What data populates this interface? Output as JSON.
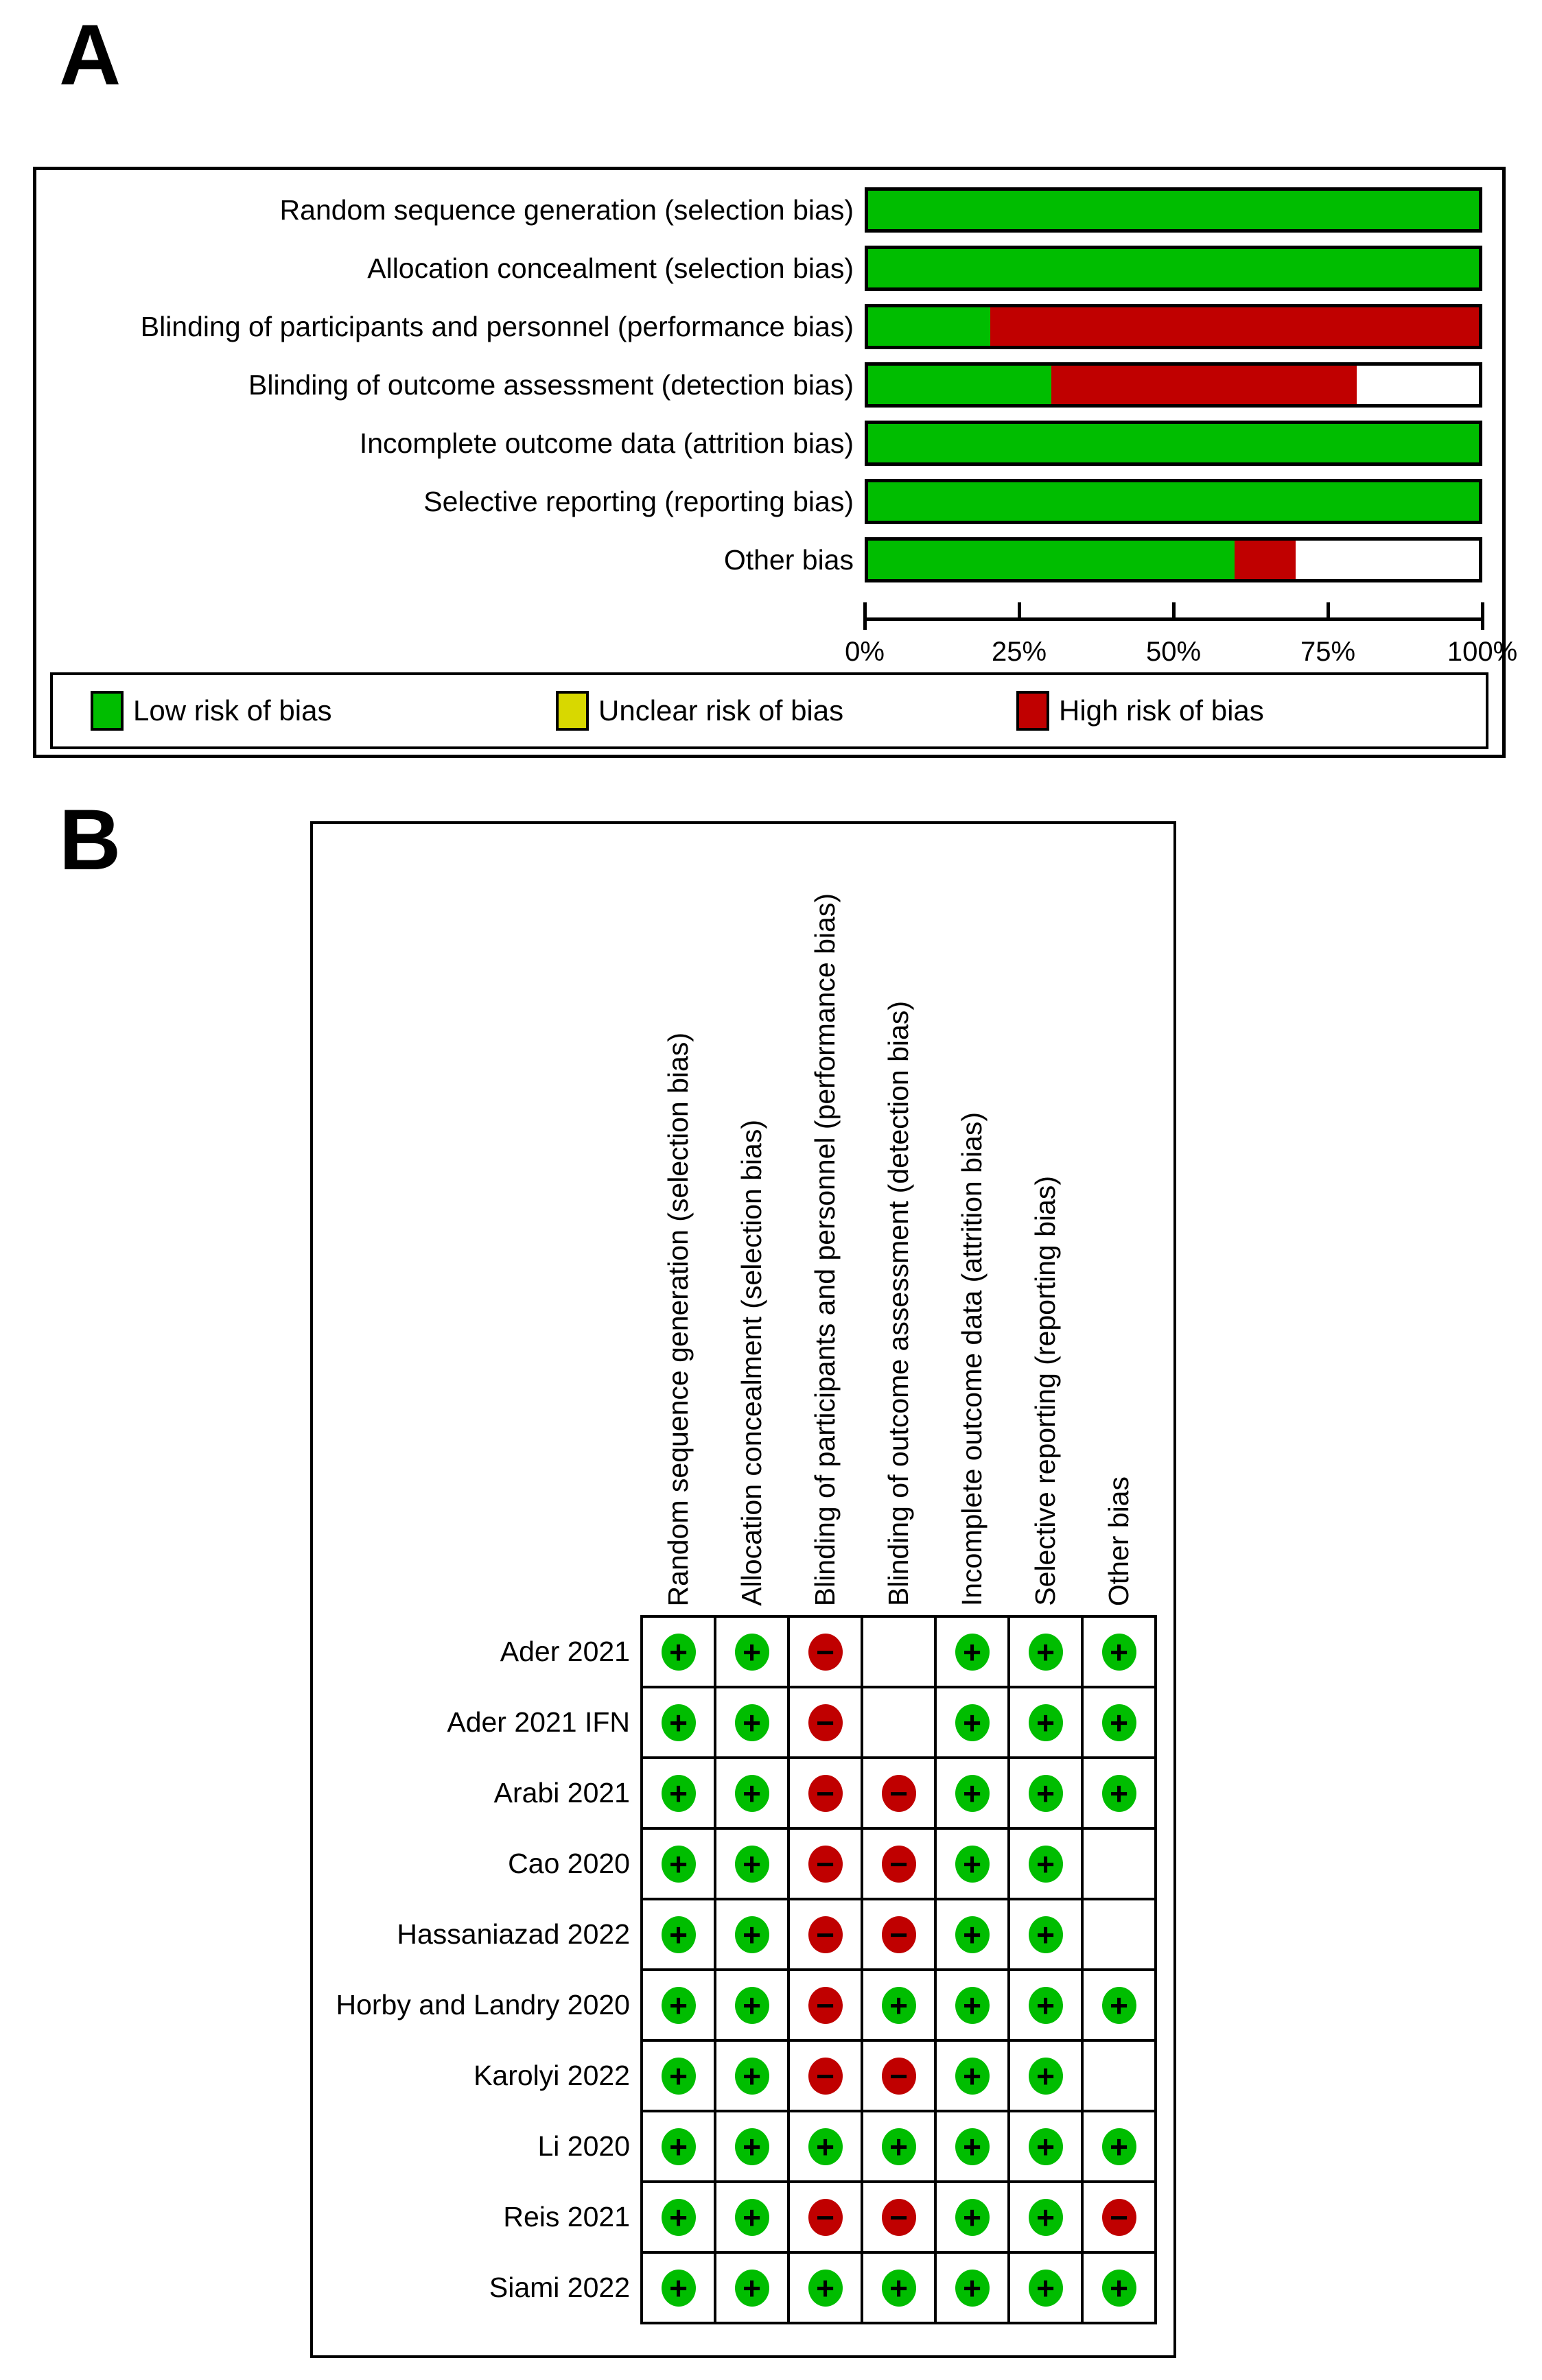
{
  "figure": {
    "panel_a_letter": "A",
    "panel_b_letter": "B"
  },
  "colors": {
    "low": "#00bd00",
    "unclear": "#d8d800",
    "high": "#c00000",
    "border": "#000000",
    "background": "#ffffff"
  },
  "legend": [
    {
      "key": "low",
      "label": "Low risk of bias"
    },
    {
      "key": "unclear",
      "label": "Unclear risk of bias"
    },
    {
      "key": "high",
      "label": "High risk of bias"
    }
  ],
  "symbols": {
    "low": "+",
    "high": "−",
    "unclear": "?"
  },
  "chart_data": [
    {
      "type": "bar",
      "title": "Risk of bias graph (panel A)",
      "orientation": "horizontal",
      "stacked": true,
      "categories": [
        "Random sequence generation (selection bias)",
        "Allocation concealment (selection bias)",
        "Blinding of participants and personnel (performance bias)",
        "Blinding of outcome assessment (detection bias)",
        "Incomplete outcome data (attrition bias)",
        "Selective reporting (reporting bias)",
        "Other bias"
      ],
      "series": [
        {
          "name": "Low risk of bias",
          "key": "low",
          "color": "#00bd00",
          "values": [
            100,
            100,
            20,
            30,
            100,
            100,
            60
          ]
        },
        {
          "name": "Unclear risk of bias",
          "key": "unclear",
          "color": "#d8d800",
          "values": [
            0,
            0,
            0,
            0,
            0,
            0,
            0
          ]
        },
        {
          "name": "High risk of bias",
          "key": "high",
          "color": "#c00000",
          "values": [
            0,
            0,
            80,
            50,
            0,
            0,
            10
          ]
        }
      ],
      "xlabel": "",
      "ylabel": "",
      "xlim": [
        0,
        100
      ],
      "x_ticks": [
        "0%",
        "25%",
        "50%",
        "75%",
        "100%"
      ],
      "grid": false,
      "legend_position": "bottom"
    },
    {
      "type": "table",
      "title": "Risk of bias summary (panel B)",
      "columns": [
        "Random sequence generation (selection bias)",
        "Allocation concealment (selection bias)",
        "Blinding of participants and personnel (performance bias)",
        "Blinding of outcome assessment (detection bias)",
        "Incomplete outcome data (attrition bias)",
        "Selective reporting (reporting bias)",
        "Other bias"
      ],
      "rows": [
        {
          "study": "Ader 2021",
          "judgements": [
            "low",
            "low",
            "high",
            "",
            "low",
            "low",
            "low"
          ]
        },
        {
          "study": "Ader 2021 IFN",
          "judgements": [
            "low",
            "low",
            "high",
            "",
            "low",
            "low",
            "low"
          ]
        },
        {
          "study": "Arabi 2021",
          "judgements": [
            "low",
            "low",
            "high",
            "high",
            "low",
            "low",
            "low"
          ]
        },
        {
          "study": "Cao 2020",
          "judgements": [
            "low",
            "low",
            "high",
            "high",
            "low",
            "low",
            ""
          ]
        },
        {
          "study": "Hassaniazad 2022",
          "judgements": [
            "low",
            "low",
            "high",
            "high",
            "low",
            "low",
            ""
          ]
        },
        {
          "study": "Horby and Landry 2020",
          "judgements": [
            "low",
            "low",
            "high",
            "low",
            "low",
            "low",
            "low"
          ]
        },
        {
          "study": "Karolyi 2022",
          "judgements": [
            "low",
            "low",
            "high",
            "high",
            "low",
            "low",
            ""
          ]
        },
        {
          "study": "Li 2020",
          "judgements": [
            "low",
            "low",
            "low",
            "low",
            "low",
            "low",
            "low"
          ]
        },
        {
          "study": "Reis 2021",
          "judgements": [
            "low",
            "low",
            "high",
            "high",
            "low",
            "low",
            "high"
          ]
        },
        {
          "study": "Siami 2022",
          "judgements": [
            "low",
            "low",
            "low",
            "low",
            "low",
            "low",
            "low"
          ]
        }
      ]
    }
  ]
}
